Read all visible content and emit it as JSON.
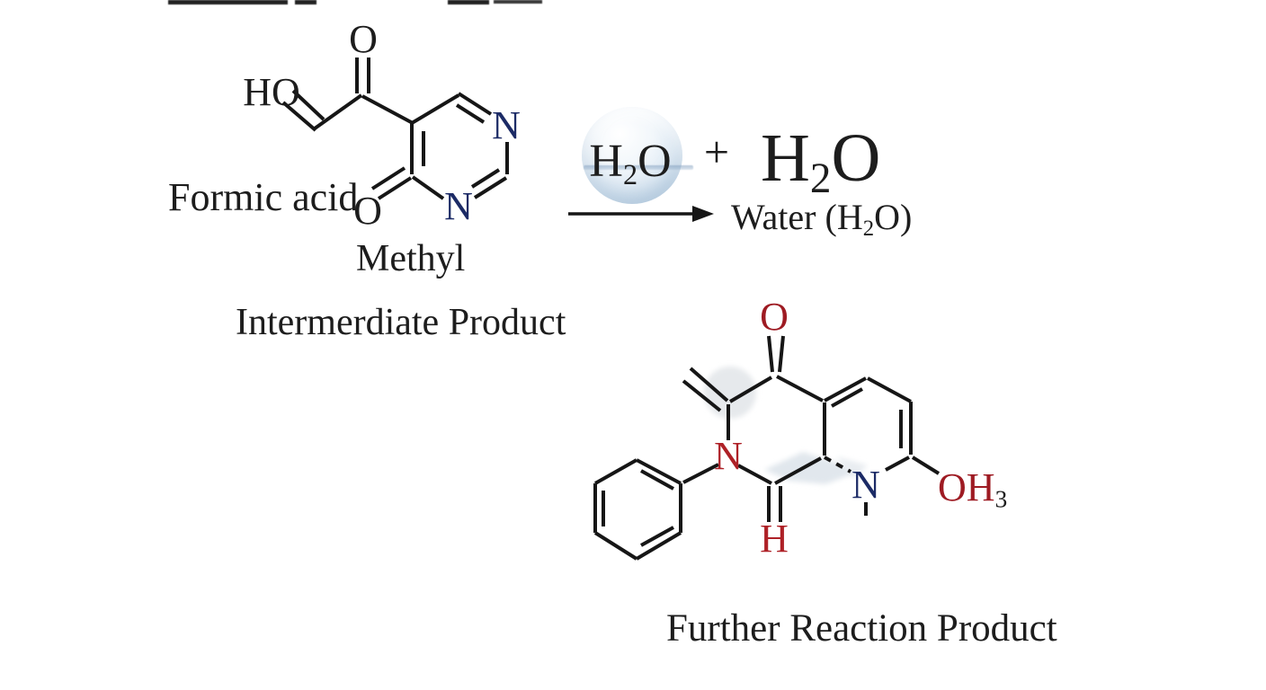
{
  "reactant": {
    "label_formic_acid": "Formic acid",
    "label_methyl": "Methyl",
    "label_intermediate": "Intermerdiate Product",
    "atoms": {
      "o_top": "O",
      "ho": "HO",
      "o_bottom": "O",
      "n_right": "N",
      "n_bottom": "N"
    }
  },
  "reaction": {
    "bubble_formula": {
      "pre": "H",
      "sub": "2",
      "post": "O"
    },
    "plus": "+",
    "product_formula": {
      "pre": "H",
      "sub": "2",
      "post": "O"
    },
    "water_label": {
      "pre": "Water (H",
      "sub": "2",
      "post": "O)"
    }
  },
  "product": {
    "label": "Further Reaction Product",
    "atoms": {
      "o_carbonyl": "O",
      "n_red": "N",
      "h_red": "H",
      "n_blue": "N",
      "oh_pre": "OH",
      "oh_sub": "3"
    }
  },
  "colors": {
    "bond_black": "#161616",
    "nitrogen_navy": "#1c2b66",
    "nitrogen_red": "#ae2127",
    "oxygen_dark_red": "#9e1b23",
    "bubble_blue": "#c6d8e8",
    "smudge_gray": "#e4e8ec"
  }
}
